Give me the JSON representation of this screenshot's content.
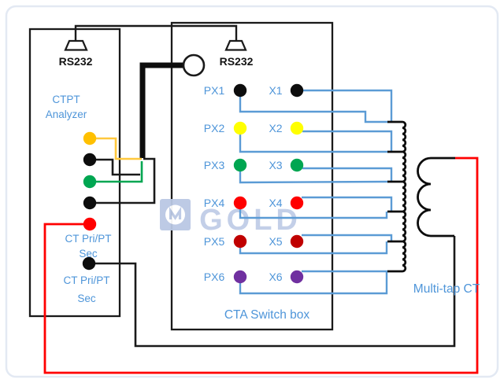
{
  "colors": {
    "label_blue": "#4E95D9",
    "wire_blue": "#5B9BD5",
    "wire_red": "#FF0000",
    "wire_black": "#1A1A1A",
    "wire_orange": "#FFC83D",
    "wire_green": "#00A651",
    "watermark_blue": "#BAC8E4",
    "box_border": "#1A1A1A",
    "page_border": "#E3E9F3"
  },
  "analyzer": {
    "title_line1": "CTPT",
    "title_line2": "Analyzer",
    "connector_label": "RS232",
    "label1_line1": "CT Pri/PT",
    "label1_line2": "Sec",
    "label2_line1": "CT Pri/PT",
    "label2_line2": "Sec",
    "terminals": [
      {
        "name": "orange-terminal",
        "color": "#FFC000"
      },
      {
        "name": "black-terminal-1",
        "color": "#0D0D0D"
      },
      {
        "name": "green-terminal",
        "color": "#00A651"
      },
      {
        "name": "black-terminal-2",
        "color": "#0D0D0D"
      },
      {
        "name": "red-terminal",
        "color": "#FF0000"
      },
      {
        "name": "black-terminal-3",
        "color": "#0D0D0D"
      }
    ]
  },
  "switch_box": {
    "title": "CTA Switch box",
    "connector_label": "RS232",
    "rows": [
      {
        "px_label": "PX1",
        "x_label": "X1",
        "color": "#0D0D0D"
      },
      {
        "px_label": "PX2",
        "x_label": "X2",
        "color": "#FFFF00"
      },
      {
        "px_label": "PX3",
        "x_label": "X3",
        "color": "#00A651"
      },
      {
        "px_label": "PX4",
        "x_label": "X4",
        "color": "#FF0000"
      },
      {
        "px_label": "PX5",
        "x_label": "X5",
        "color": "#C00000"
      },
      {
        "px_label": "PX6",
        "x_label": "X6",
        "color": "#7030A0"
      }
    ]
  },
  "ct": {
    "label": "Multi-tap CT"
  },
  "watermark": {
    "text": "GOLD"
  }
}
